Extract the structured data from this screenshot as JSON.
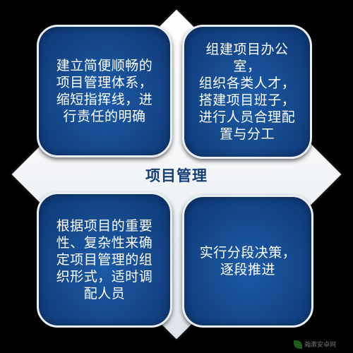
{
  "title": "项目管理",
  "cards": [
    {
      "text": "建立简便顺畅的\n项目管理体系，\n缩短指挥线，进\n行责任的明确"
    },
    {
      "text": "组建项目办公室，\n组织各类人才，\n搭建项目班子，\n进行人员合理配\n置与分工"
    },
    {
      "text": "根据项目的重要\n性、复杂性来确\n定项目管理的组\n织形式，适时调\n配人员"
    },
    {
      "text": "实行分段决策，\n逐段推进"
    }
  ],
  "watermark": "瀚漱安卓网",
  "colors": {
    "background": "#000000",
    "card": "#164b8f",
    "title": "#163f7a",
    "diamond": "#f4f6f8"
  }
}
